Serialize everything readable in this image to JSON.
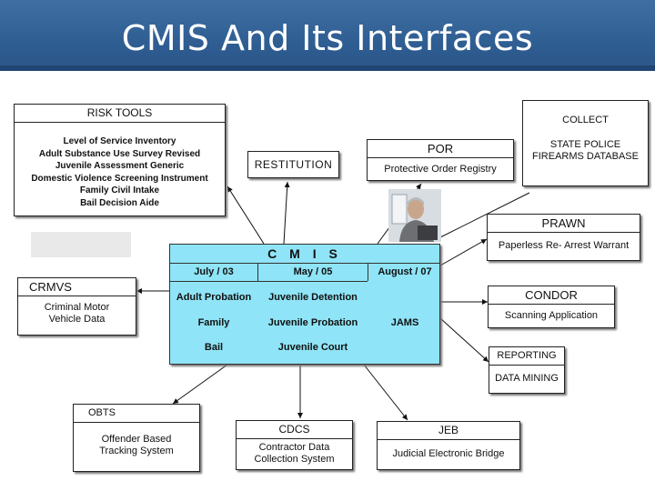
{
  "title": "CMIS And Its Interfaces",
  "risk_tools": {
    "header": "RISK TOOLS",
    "items": [
      "Level of Service Inventory",
      "Adult Substance Use Survey Revised",
      "Juvenile Assessment Generic",
      "Domestic Violence Screening Instrument",
      "Family Civil Intake",
      "Bail Decision Aide"
    ]
  },
  "restitution": {
    "label": "RESTITUTION"
  },
  "por": {
    "header": "POR",
    "body": "Protective Order Registry"
  },
  "collect": {
    "header": "COLLECT",
    "line1": "STATE POLICE",
    "line2": "FIREARMS DATABASE"
  },
  "prawn": {
    "header": "PRAWN",
    "body": "Paperless Re- Arrest Warrant"
  },
  "crmvs": {
    "header": "CRMVS",
    "line1": "Criminal Motor",
    "line2": "Vehicle Data"
  },
  "condor": {
    "header": "CONDOR",
    "body": "Scanning Application"
  },
  "reporting": {
    "header": "REPORTING",
    "body": "DATA MINING"
  },
  "obts": {
    "header": "OBTS",
    "line1": "Offender Based",
    "line2": "Tracking System"
  },
  "cdcs": {
    "header": "CDCS",
    "line1": "Contractor Data",
    "line2": "Collection System"
  },
  "jeb": {
    "header": "JEB",
    "body": "Judicial Electronic Bridge"
  },
  "cmis": {
    "header": "C M I S",
    "columns": [
      {
        "date": "July / 03",
        "items": [
          "Adult Probation",
          "Family",
          "Bail"
        ]
      },
      {
        "date": "May / 05",
        "items": [
          "Juvenile Detention",
          "Juvenile Probation",
          "Juvenile Court"
        ]
      },
      {
        "date": "August / 07",
        "items": [
          "JAMS"
        ]
      }
    ]
  },
  "colors": {
    "title_bar": "#2f5e93",
    "cmis_fill": "#8fe4f7",
    "title_text": "#ffffff"
  }
}
